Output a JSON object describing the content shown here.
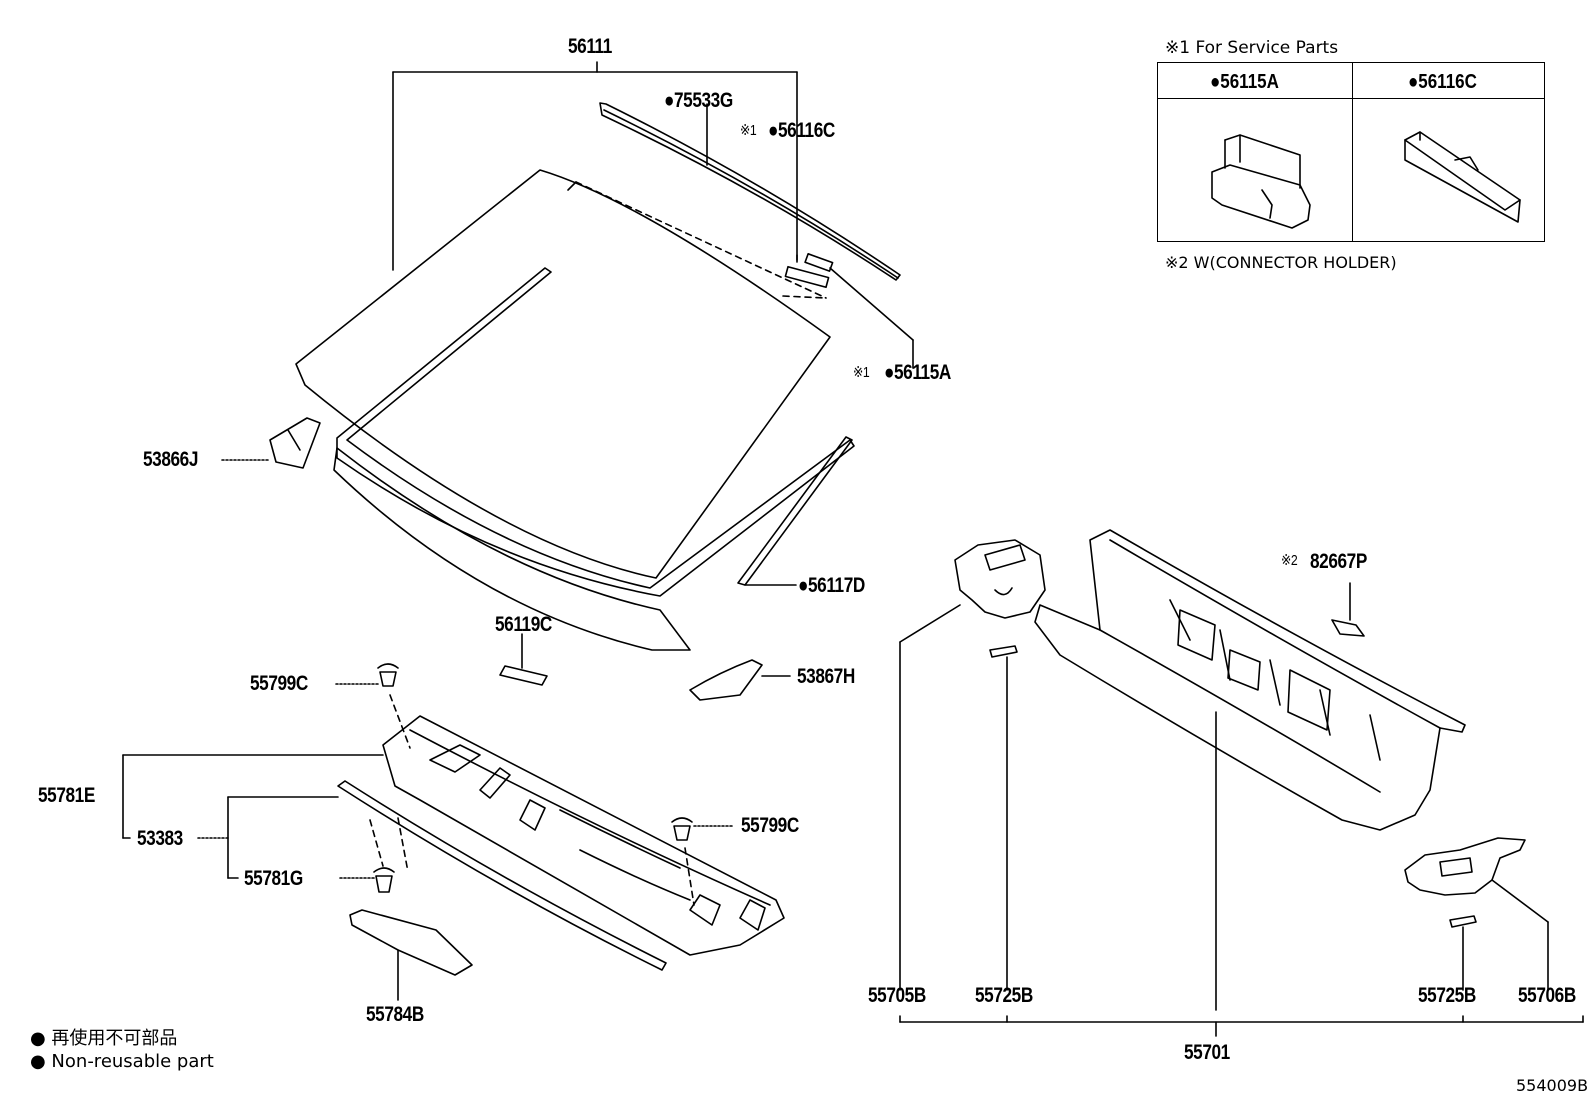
{
  "service_note": {
    "title": "※1  For Service Parts",
    "col1": "●56115A",
    "col2": "●56116C",
    "note2": "※2  W(CONNECTOR HOLDER)"
  },
  "parts": {
    "p56111": "56111",
    "p75533G": "●75533G",
    "p56116C_mark": "※1",
    "p56116C": "●56116C",
    "p56115A_mark": "※1",
    "p56115A": "●56115A",
    "p53866J": "53866J",
    "p56117D": "●56117D",
    "p56119C": "56119C",
    "p53867H": "53867H",
    "p55799C_a": "55799C",
    "p55781E": "55781E",
    "p53383": "53383",
    "p55781G": "55781G",
    "p55799C_b": "55799C",
    "p55784B": "55784B",
    "p82667P_mark": "※2",
    "p82667P": "82667P",
    "p55705B": "55705B",
    "p55725B_a": "55725B",
    "p55725B_b": "55725B",
    "p55706B": "55706B",
    "p55701": "55701"
  },
  "legend": {
    "line1": "● 再使用不可部品",
    "line2": "● Non-reusable part"
  },
  "diagram_id": "554009B"
}
